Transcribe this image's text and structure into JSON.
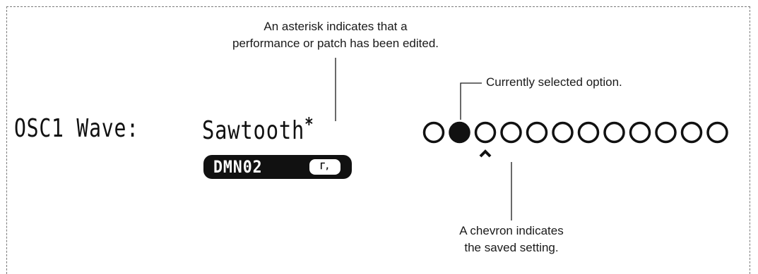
{
  "callouts": {
    "asterisk_line1": "An asterisk indicates that a",
    "asterisk_line2": "performance or patch has been edited.",
    "selected": "Currently selected option.",
    "chevron_line1": "A chevron indicates",
    "chevron_line2": "the saved setting."
  },
  "display": {
    "parameter_label": "OSC1 Wave:",
    "parameter_value": "Sawtooth",
    "edited_marker": "*",
    "patch_name": "DMN02"
  },
  "option_selector": {
    "option_count": 12,
    "selected_index": 1,
    "saved_index": 2
  },
  "colors": {
    "ink": "#111111",
    "frame": "#7a7a7a"
  }
}
